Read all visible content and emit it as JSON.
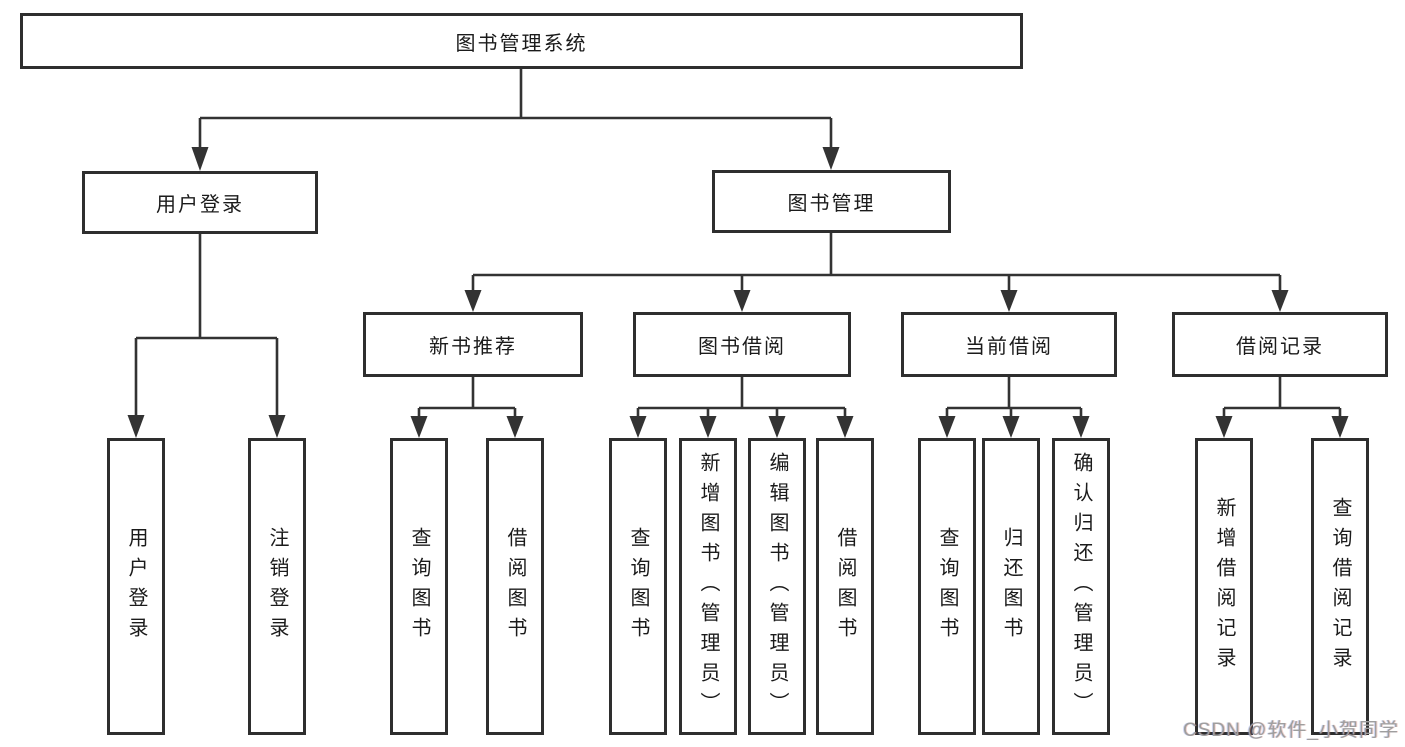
{
  "tree": {
    "label": "图书管理系统",
    "children": [
      {
        "label": "用户登录",
        "children": [
          {
            "label": "用户登录"
          },
          {
            "label": "注销登录"
          }
        ]
      },
      {
        "label": "图书管理",
        "children": [
          {
            "label": "新书推荐",
            "children": [
              {
                "label": "查询图书"
              },
              {
                "label": "借阅图书"
              }
            ]
          },
          {
            "label": "图书借阅",
            "children": [
              {
                "label": "查询图书"
              },
              {
                "label": "新增图书（管理员）"
              },
              {
                "label": "编辑图书（管理员）"
              },
              {
                "label": "借阅图书"
              }
            ]
          },
          {
            "label": "当前借阅",
            "children": [
              {
                "label": "查询图书"
              },
              {
                "label": "归还图书"
              },
              {
                "label": "确认归还（管理员）"
              }
            ]
          },
          {
            "label": "借阅记录",
            "children": [
              {
                "label": "新增借阅记录"
              },
              {
                "label": "查询借阅记录"
              }
            ]
          }
        ]
      }
    ]
  },
  "watermark": "CSDN @软件_小贺同学",
  "colors": {
    "box_border": "#2e2e2e",
    "connector": "#333333",
    "box_fill": "#ffffff",
    "text": "#1b1b1b",
    "watermark_text": "#9e9e9e"
  }
}
